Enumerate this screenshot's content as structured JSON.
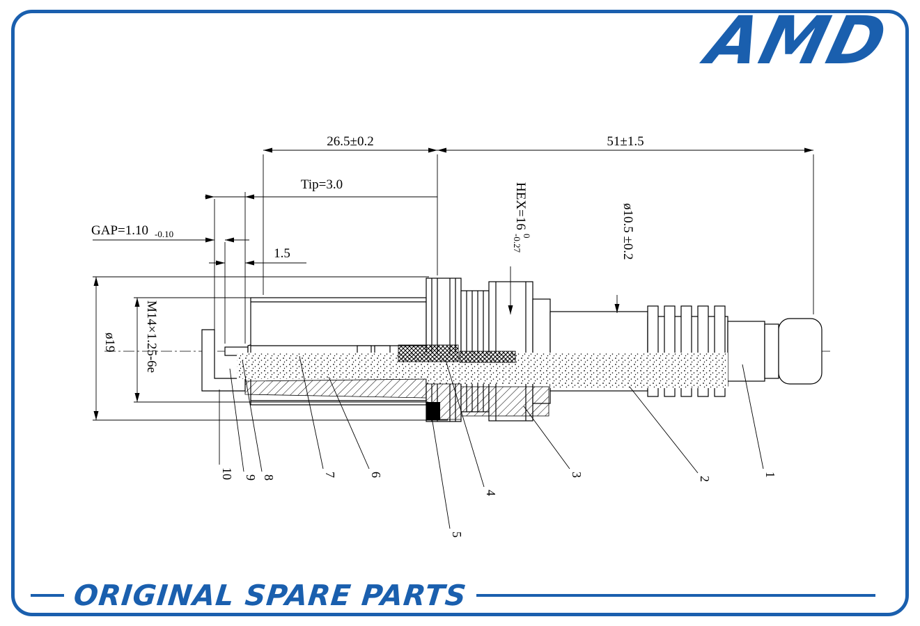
{
  "logo": {
    "text": "AMD",
    "color": "#1a5fae"
  },
  "footer": {
    "text": "ORIGINAL SPARE PARTS",
    "color": "#1a5fae"
  },
  "drawing": {
    "dimensions": {
      "thread_length": "26.5±0.2",
      "overall_length": "51±1.5",
      "tip": "Tip=3.0",
      "gap_main": "GAP=1.10",
      "gap_tol": "-0.10",
      "electrode": "1.5",
      "shell_dia": "ø19",
      "thread_spec": "M14×1.25-6e",
      "hex_main": "HEX=16",
      "hex_sup": "0",
      "hex_sub": "-0.27",
      "insulator_dia": "ø10.5 ±0.2"
    },
    "part_numbers": [
      "1",
      "2",
      "3",
      "4",
      "5",
      "6",
      "7",
      "8",
      "9",
      "10"
    ]
  }
}
